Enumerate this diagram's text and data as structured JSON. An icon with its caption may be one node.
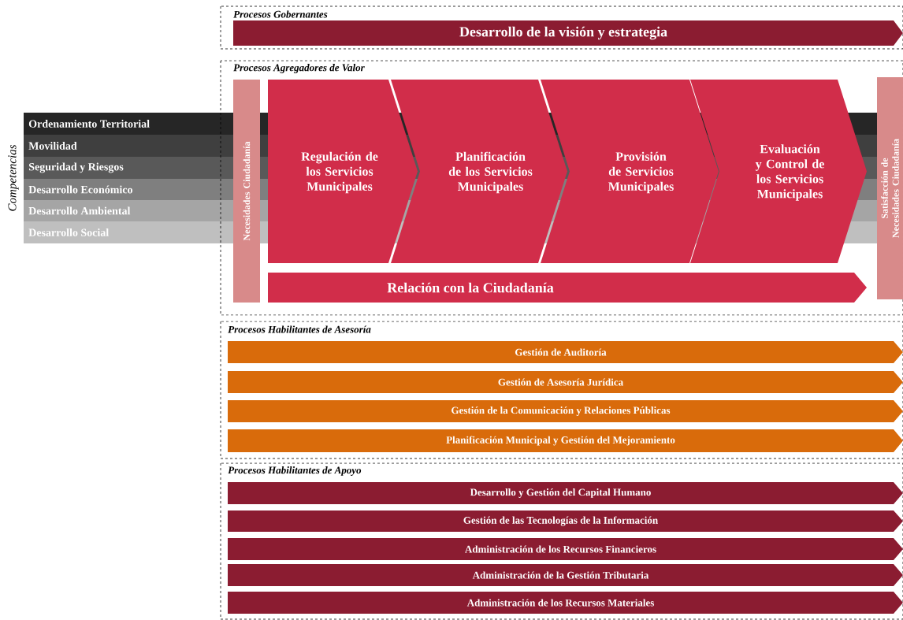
{
  "diagram": {
    "nodes": [
      {
        "text": [
          "Procesos Gobernantes"
        ]
      },
      {
        "text": [
          "Desarrollo de la visión y estrategia"
        ],
        "in": 0
      },
      {
        "text": [
          "Procesos Agregadores de Valor"
        ]
      },
      {
        "text": [
          "Necesidades Ciudadanía"
        ],
        "in": 2
      },
      {
        "text": [
          "Regulación de los Servicios Municipales"
        ],
        "in": 2
      },
      {
        "text": [
          "Planificación de los Servicios Municipales"
        ],
        "in": 2
      },
      {
        "text": [
          "Provisión de Servicios Municipales"
        ],
        "in": 2
      },
      {
        "text": [
          "Evaluación y Control de los Servicios Municipales"
        ],
        "in": 2
      },
      {
        "text": [
          "Relación con la Ciudadanía"
        ],
        "in": 2
      },
      {
        "text": [
          "Satisfacción de Necesidades Ciudadanía"
        ],
        "in": 2
      },
      {
        "text": [
          "Procesos Habilitantes de Asesoría"
        ]
      },
      {
        "text": [
          "Gestión de Auditoría"
        ],
        "in": 10
      },
      {
        "text": [
          "Gestión de Asesoría Jurídica"
        ],
        "in": 10
      },
      {
        "text": [
          "Gestión de la Comunicación y Relaciones Públicas"
        ],
        "in": 10
      },
      {
        "text": [
          "Planificación Municipal y Gestión del Mejoramiento"
        ],
        "in": 10
      },
      {
        "text": [
          "Procesos Habilitantes de Apoyo"
        ]
      },
      {
        "text": [
          "Desarrollo y Gestión del Capital Humano"
        ],
        "in": 15
      },
      {
        "text": [
          "Gestión de las Tecnologías de la Información"
        ],
        "in": 15
      },
      {
        "text": [
          "Administración de los Recursos Financieros"
        ],
        "in": 15
      },
      {
        "text": [
          "Administración de la Gestión Tributaria"
        ],
        "in": 15
      },
      {
        "text": [
          "Administración de los Recursos Materiales"
        ],
        "in": 15
      },
      {
        "text": [
          "Ordenamiento Territorial"
        ]
      },
      {
        "text": [
          "Movilidad"
        ]
      },
      {
        "text": [
          "Seguridad y Riesgos"
        ]
      },
      {
        "text": [
          "Desarrollo Económico"
        ]
      },
      {
        "text": [
          "Desarrollo Ambiental"
        ]
      },
      {
        "text": [
          "Desarrollo Social"
        ]
      }
    ],
    "labels": [
      "Competencias"
    ]
  }
}
